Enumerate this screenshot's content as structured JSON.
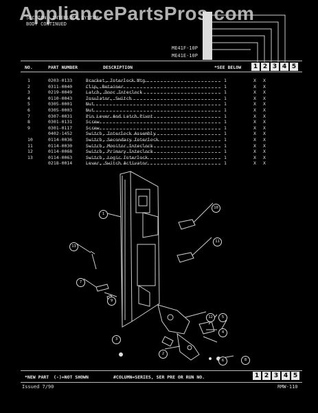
{
  "watermark": "AppliancePartsPros.com",
  "section": {
    "line1": "SECTION: INTERLOCK SYSTEM",
    "line2": "BODY CONTINUED"
  },
  "models": [
    "ME41F-10P",
    "ME41E-10P"
  ],
  "table": {
    "headers": {
      "no": "NO.",
      "part": "PART NUMBER",
      "desc": "DESCRIPTION",
      "see": "*SEE BELOW"
    },
    "columns": [
      "1",
      "2",
      "3",
      "4",
      "5"
    ],
    "rows": [
      {
        "no": "1",
        "part": "0203-0133",
        "desc": "Bracket, Interlock Mtg.",
        "qty": "1",
        "x1": "X",
        "x2": "X"
      },
      {
        "no": "2",
        "part": "0311-0040",
        "desc": "Clip, Retainer",
        "qty": "1",
        "x1": "X",
        "x2": "X"
      },
      {
        "no": "3",
        "part": "0219-0049",
        "desc": "Latch, Door Interlock",
        "qty": "1",
        "x1": "X",
        "x2": "X"
      },
      {
        "no": "4",
        "part": "0110-0043",
        "desc": "Insulator, Switch",
        "qty": "1",
        "x1": "X",
        "x2": "X"
      },
      {
        "no": "5",
        "part": "0305-0001",
        "desc": "Nut",
        "qty": "1",
        "x1": "X",
        "x2": "X"
      },
      {
        "no": "6",
        "part": "0305-0003",
        "desc": "Nut",
        "qty": "1",
        "x1": "X",
        "x2": "X"
      },
      {
        "no": "7",
        "part": "0307-0031",
        "desc": "Pin Lever And Latch Pivot",
        "qty": "1",
        "x1": "X",
        "x2": "X"
      },
      {
        "no": "8",
        "part": "0301-0131",
        "desc": "Screw",
        "qty": "1",
        "x1": "X",
        "x2": "X"
      },
      {
        "no": "9",
        "part": "0301-0117",
        "desc": "Screw",
        "qty": "1",
        "x1": "X",
        "x2": "X"
      },
      {
        "no": "",
        "part": "0402-1452",
        "desc": "Switch, Interlock Assembly",
        "qty": "1",
        "x1": "X",
        "x2": "X"
      },
      {
        "no": "10",
        "part": "0114-0036",
        "desc": "Switch, Secondary Interlock",
        "qty": "1",
        "x1": "X",
        "x2": "X"
      },
      {
        "no": "11",
        "part": "0114-0030",
        "desc": "Switch, Monitor Interlock",
        "qty": "1",
        "x1": "X",
        "x2": "X"
      },
      {
        "no": "12",
        "part": "0114-0068",
        "desc": "Switch, Primary Interlock",
        "qty": "1",
        "x1": "X",
        "x2": "X"
      },
      {
        "no": "13",
        "part": "0114-0063",
        "desc": "Switch, Logic Interlock",
        "qty": "1",
        "x1": "X",
        "x2": "X"
      },
      {
        "no": "",
        "part": "0218-0014",
        "desc": "Lever, Switch Activator",
        "qty": "1",
        "x1": "X",
        "x2": "X"
      }
    ]
  },
  "callouts": [
    "1",
    "2",
    "3",
    "4",
    "5",
    "6",
    "7",
    "8",
    "9",
    "10",
    "11",
    "12",
    "13"
  ],
  "footer": {
    "new_part": "*NEW PART",
    "not_shown": "(-)=NOT SHOWN",
    "column_note": "#COLUMN=SERIES, SER PRE OR RUN NO.",
    "columns": [
      "1",
      "2",
      "3",
      "4",
      "5"
    ]
  },
  "issued": "Issued  7/90",
  "doc_code": "RMW-110"
}
